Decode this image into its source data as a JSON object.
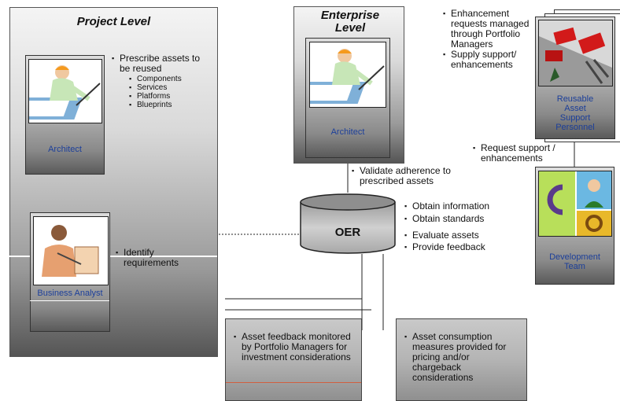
{
  "project_level": {
    "title": "Project Level",
    "architect_label": "Architect",
    "business_analyst_label": "Business Analyst",
    "prescribe_heading": "Prescribe assets to be reused",
    "prescribe_items": [
      "Components",
      "Services",
      "Platforms",
      "Blueprints"
    ],
    "identify": "Identify requirements"
  },
  "enterprise_level": {
    "title": "Enterprise Level",
    "architect_label": "Architect"
  },
  "reusable": {
    "label": "Reusable Asset Support Personnel",
    "bullets": [
      "Enhancement requests managed through Portfolio Managers",
      "Supply support/ enhancements"
    ]
  },
  "dev_team": {
    "label": "Development Team",
    "request": "Request support / enhancements"
  },
  "oer": {
    "label": "OER",
    "validate": "Validate adherence to prescribed assets",
    "bullets": [
      "Obtain information",
      "Obtain standards",
      "Evaluate assets",
      "Provide feedback"
    ]
  },
  "notes": {
    "feedback": "Asset feedback monitored by Portfolio Managers for investment considerations",
    "consumption": "Asset consumption measures provided for pricing and/or chargeback considerations"
  }
}
